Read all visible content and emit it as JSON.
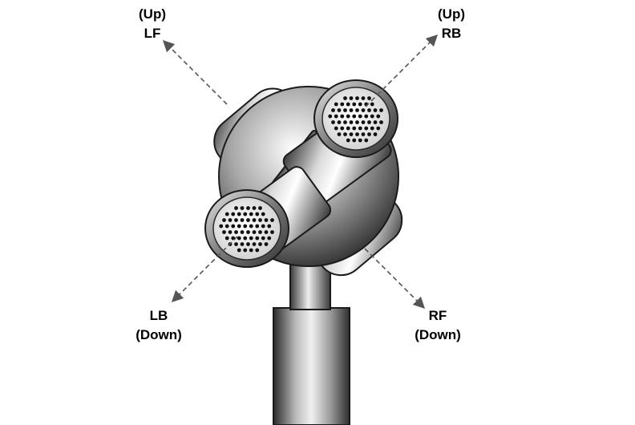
{
  "labels": {
    "lf": {
      "line1": "(Up)",
      "line2": "LF"
    },
    "rb": {
      "line1": "(Up)",
      "line2": "RB"
    },
    "lb": {
      "line1": "LB",
      "line2": "(Down)"
    },
    "rf": {
      "line1": "RF",
      "line2": "(Down)"
    }
  },
  "colors": {
    "arrow": "#555555",
    "outline": "#1a1a1a",
    "metal_light": "#f2f2f2",
    "metal_mid": "#9a9a9a",
    "metal_dark": "#2e2e2e",
    "grille_hole": "#111111"
  }
}
